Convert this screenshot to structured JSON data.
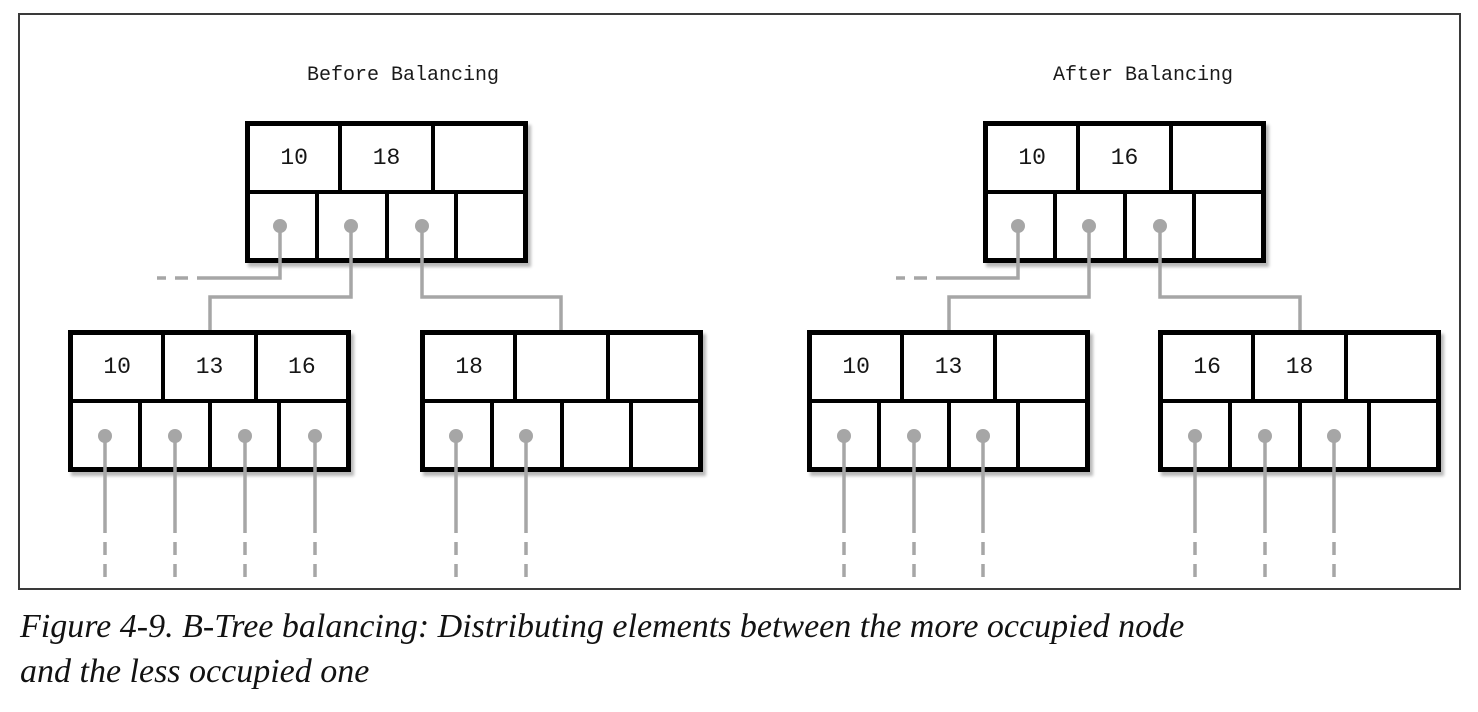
{
  "figure": {
    "caption": {
      "line1": "Figure 4-9. B-Tree balancing: Distributing elements between the more occupied node",
      "line2": "and the less occupied one"
    }
  },
  "colors": {
    "node_border": "#000000",
    "connector_gray": "#a6a6a6",
    "text": "#161616"
  },
  "diagrams": [
    {
      "title": "Before Balancing",
      "root": {
        "keys": [
          "10",
          "18",
          ""
        ],
        "pointer_slots_filled": [
          true,
          true,
          true,
          false
        ]
      },
      "children": [
        {
          "keys": [
            "10",
            "13",
            "16"
          ],
          "pointer_slots_filled": [
            true,
            true,
            true,
            true
          ]
        },
        {
          "keys": [
            "18",
            "",
            ""
          ],
          "pointer_slots_filled": [
            true,
            true,
            false,
            false
          ]
        }
      ]
    },
    {
      "title": "After Balancing",
      "root": {
        "keys": [
          "10",
          "16",
          ""
        ],
        "pointer_slots_filled": [
          true,
          true,
          true,
          false
        ]
      },
      "children": [
        {
          "keys": [
            "10",
            "13",
            ""
          ],
          "pointer_slots_filled": [
            true,
            true,
            true,
            false
          ]
        },
        {
          "keys": [
            "16",
            "18",
            ""
          ],
          "pointer_slots_filled": [
            true,
            true,
            true,
            false
          ]
        }
      ]
    }
  ]
}
